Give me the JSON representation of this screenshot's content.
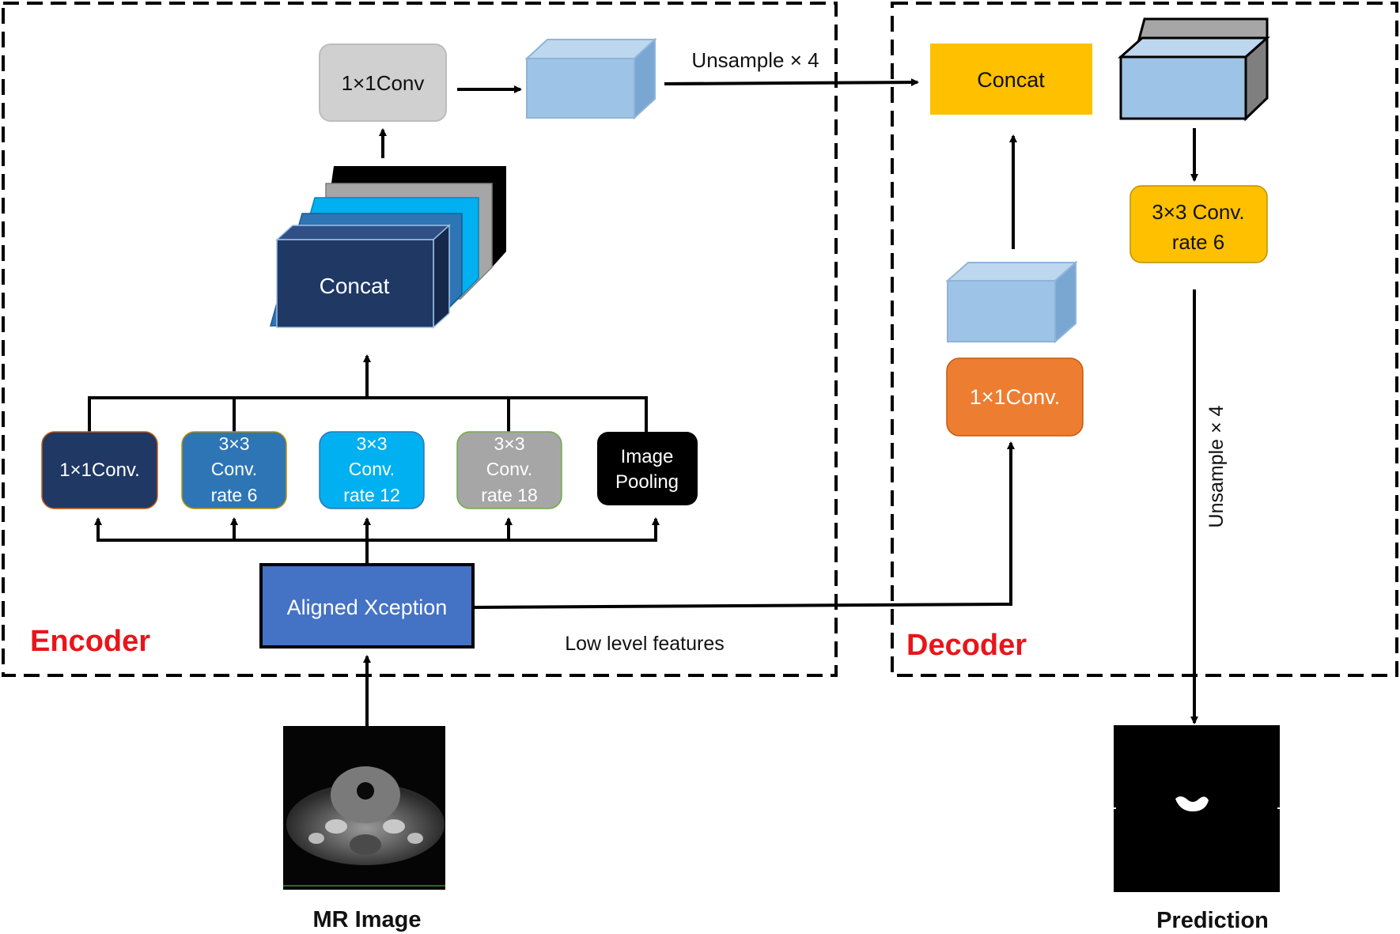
{
  "encoder": {
    "label": "Encoder",
    "conv1x1_top": "1×1Conv",
    "upsample_label": "Unsample × 4",
    "concat_label": "Concat",
    "branches": [
      {
        "line1": "1×1Conv.",
        "line2": "",
        "line3": ""
      },
      {
        "line1": "3×3",
        "line2": "Conv.",
        "line3": "rate 6"
      },
      {
        "line1": "3×3",
        "line2": "Conv.",
        "line3": "rate 12"
      },
      {
        "line1": "3×3",
        "line2": "Conv.",
        "line3": "rate 18"
      },
      {
        "line1": "Image",
        "line2": "Pooling",
        "line3": ""
      }
    ],
    "backbone": "Aligned Xception",
    "low_level_label": "Low level features"
  },
  "decoder": {
    "label": "Decoder",
    "concat_label": "Concat",
    "conv3x3_line1": "3×3 Conv.",
    "conv3x3_line2": "rate 6",
    "conv1x1": "1×1Conv.",
    "upsample_label": "Unsample × 4"
  },
  "input": {
    "label": "MR Image"
  },
  "output": {
    "label": "Prediction"
  },
  "colors": {
    "encoder_label": "#e8151b",
    "decoder_label": "#e8151b",
    "navy": "#1f3864",
    "mid_blue": "#2e75b6",
    "cyan": "#00b0f0",
    "gray": "#a6a6a6",
    "light_gray": "#d0d0d0",
    "backbone_blue": "#4472c4",
    "light_blue": "#9dc3e6",
    "orange": "#ed7d31",
    "yellow": "#ffc000"
  }
}
